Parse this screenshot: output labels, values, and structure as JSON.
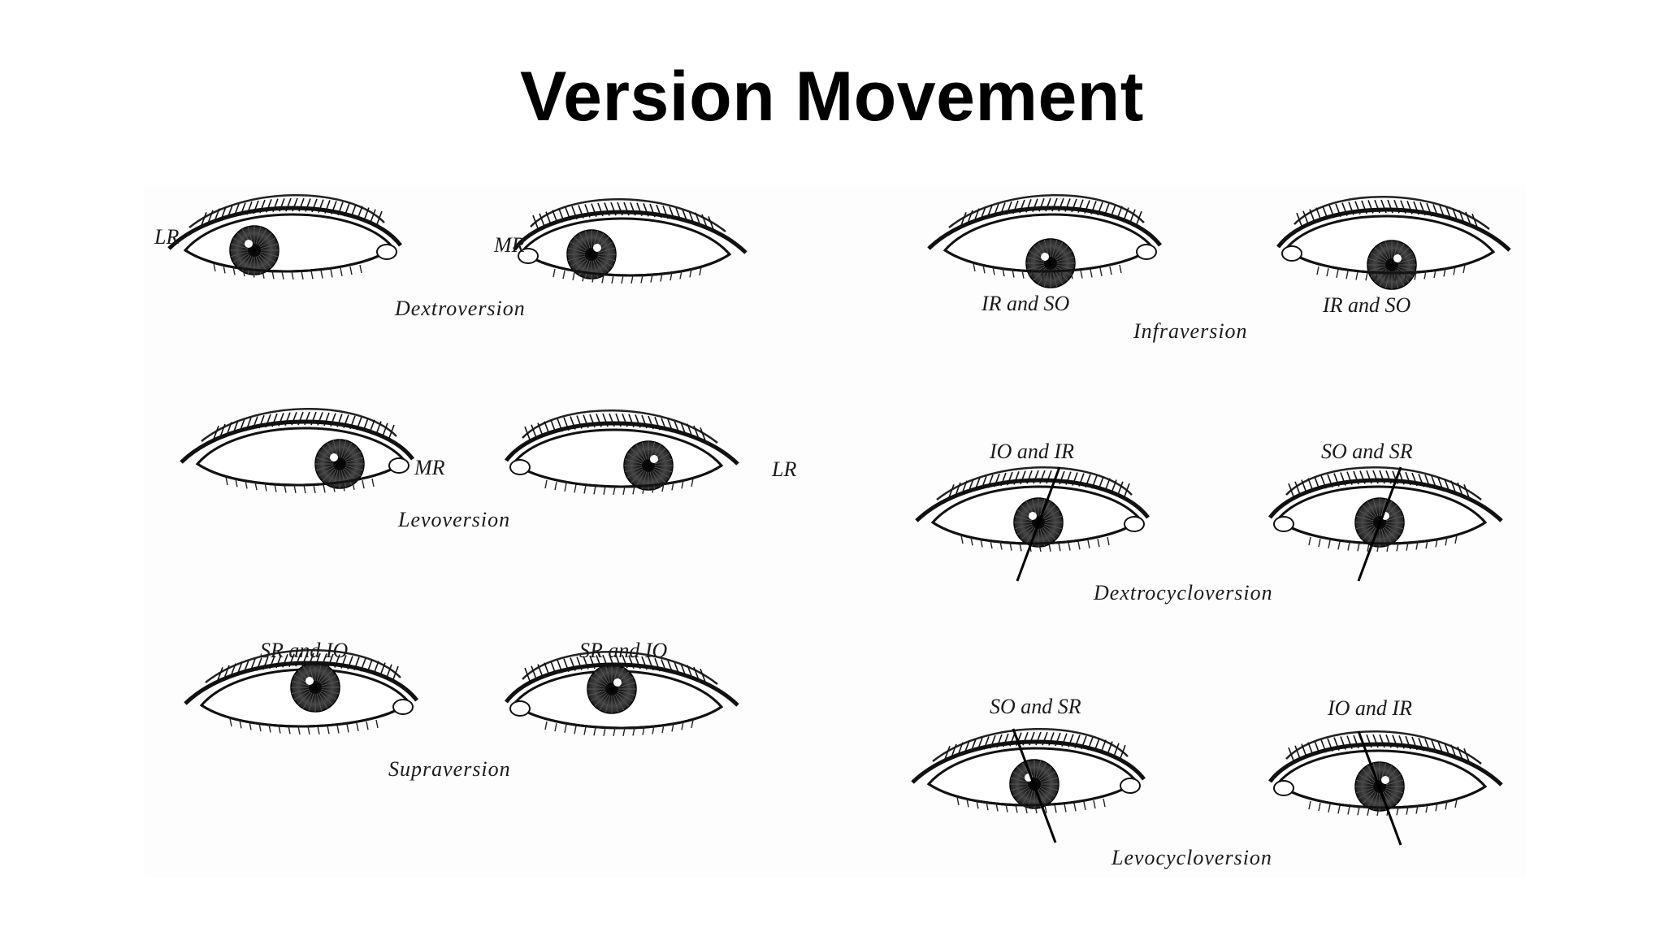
{
  "slide": {
    "title": "Version Movement"
  },
  "panels": {
    "dextroversion": {
      "caption": "Dextroversion",
      "left_label": "LR",
      "right_label": "MR"
    },
    "levoversion": {
      "caption": "Levoversion",
      "left_label": "MR",
      "right_label": "LR"
    },
    "supraversion": {
      "caption": "Supraversion",
      "left_label": "SR and IO",
      "right_label": "SR and IO"
    },
    "infraversion": {
      "caption": "Infraversion",
      "left_label": "IR and SO",
      "right_label": "IR and SO"
    },
    "dextrocycloversion": {
      "caption": "Dextrocycloversion",
      "left_label": "IO and IR",
      "right_label": "SO and SR"
    },
    "levocycloversion": {
      "caption": "Levocycloversion",
      "left_label": "SO and SR",
      "right_label": "IO and IR"
    }
  }
}
